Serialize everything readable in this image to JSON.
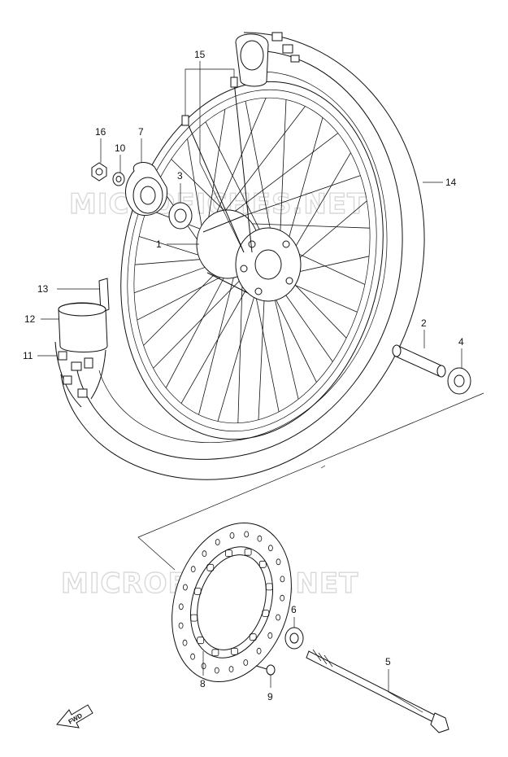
{
  "watermark": "MICROFICHES.NET",
  "fwd_label": "FWD",
  "callouts": {
    "c1": "1",
    "c2": "2",
    "c3": "3",
    "c4": "4",
    "c5": "5",
    "c6": "6",
    "c7": "7",
    "c8": "8",
    "c9": "9",
    "c10": "10",
    "c11": "11",
    "c12": "12",
    "c13": "13",
    "c14": "14",
    "c15": "15",
    "c16": "16"
  }
}
